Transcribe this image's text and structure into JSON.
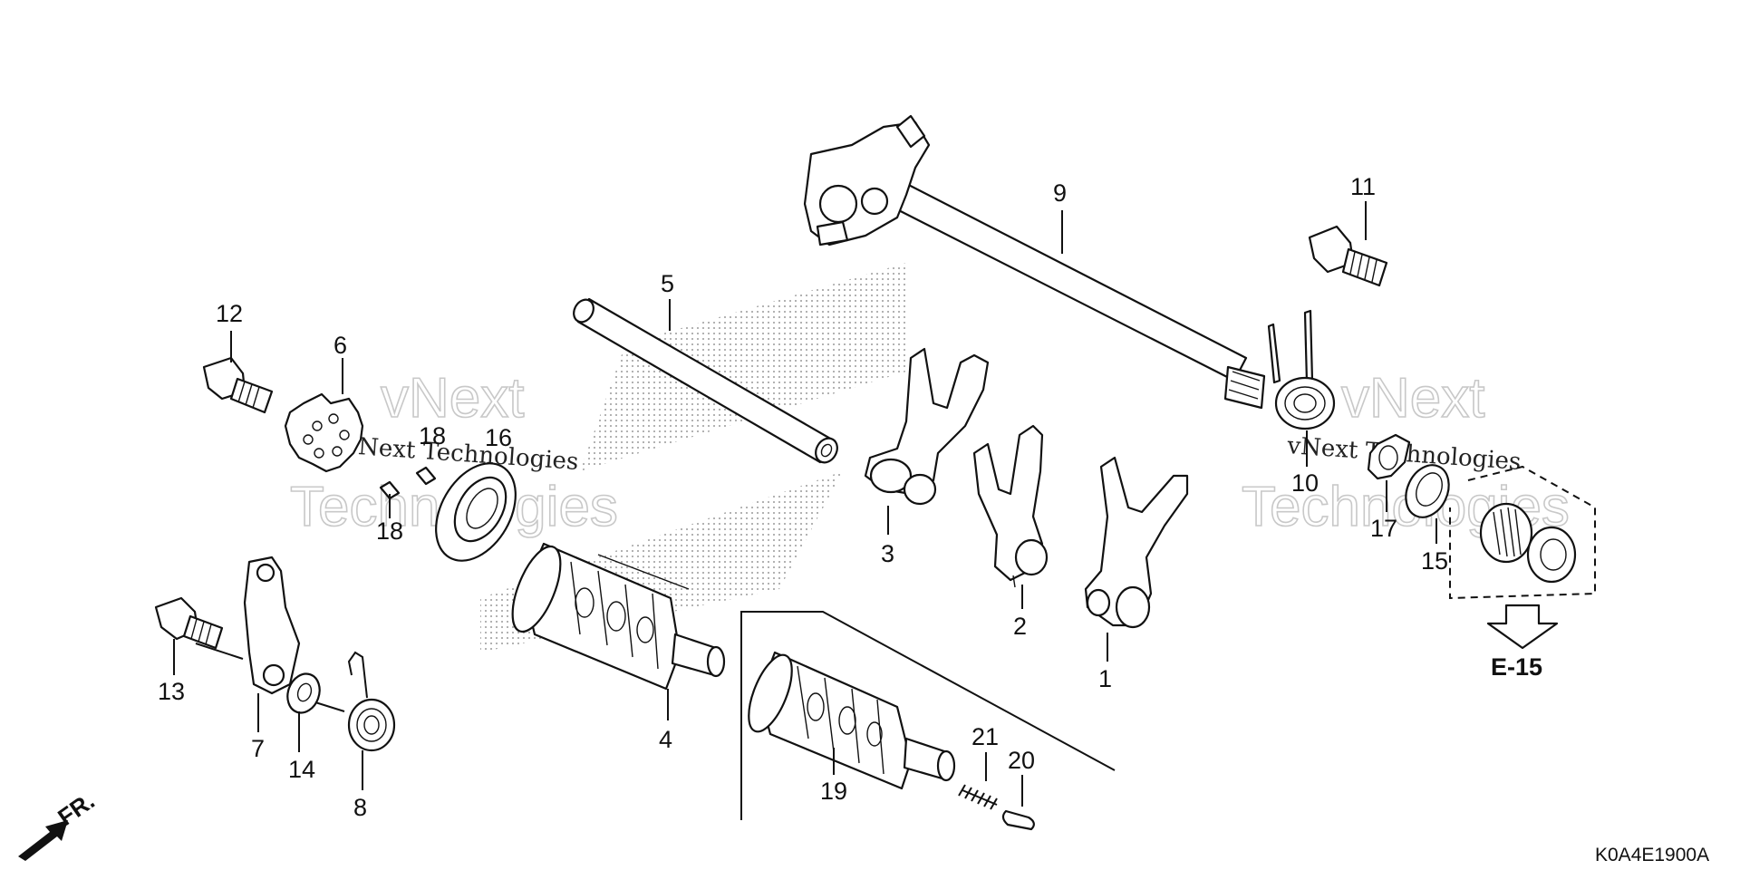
{
  "diagram": {
    "parts": [
      {
        "id": "p1",
        "label": "1"
      },
      {
        "id": "p2",
        "label": "2"
      },
      {
        "id": "p3",
        "label": "3"
      },
      {
        "id": "p4",
        "label": "4"
      },
      {
        "id": "p5",
        "label": "5"
      },
      {
        "id": "p6",
        "label": "6"
      },
      {
        "id": "p7",
        "label": "7"
      },
      {
        "id": "p8",
        "label": "8"
      },
      {
        "id": "p9",
        "label": "9"
      },
      {
        "id": "p10",
        "label": "10"
      },
      {
        "id": "p11",
        "label": "11"
      },
      {
        "id": "p12",
        "label": "12"
      },
      {
        "id": "p13",
        "label": "13"
      },
      {
        "id": "p14",
        "label": "14"
      },
      {
        "id": "p15",
        "label": "15"
      },
      {
        "id": "p16",
        "label": "16"
      },
      {
        "id": "p17",
        "label": "17"
      },
      {
        "id": "p18",
        "label": "18"
      },
      {
        "id": "p18b",
        "label": "18"
      },
      {
        "id": "p19",
        "label": "19"
      },
      {
        "id": "p20",
        "label": "20"
      },
      {
        "id": "p21",
        "label": "21"
      }
    ],
    "reference": "E-15",
    "direction": "FR.",
    "diagram_code": "K0A4E1900A",
    "watermark": {
      "line1": "vNext",
      "line2": "Technologies",
      "small": "vNext Technologies"
    }
  }
}
